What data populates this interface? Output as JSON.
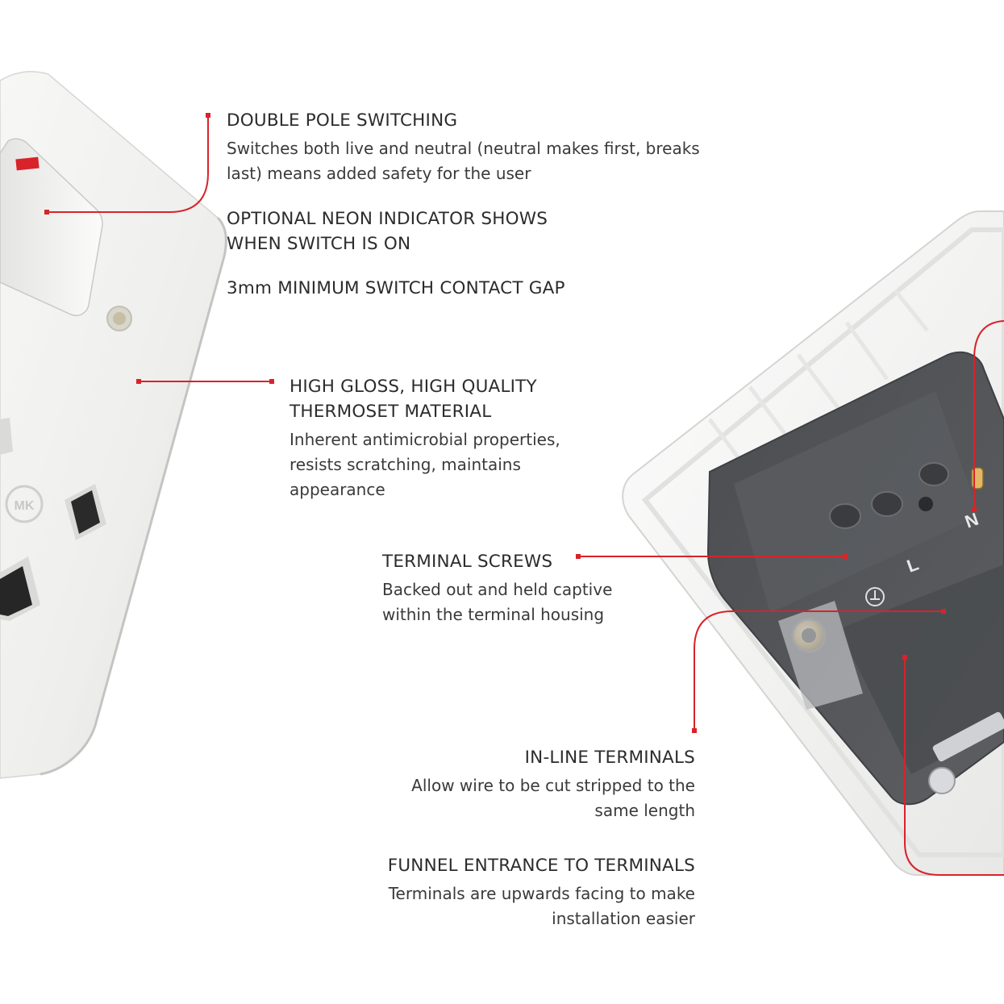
{
  "accent_color": "#d8232a",
  "plate_color": "#f4f4f2",
  "housing_color": "#55575b",
  "callouts": {
    "double_pole": {
      "title": "DOUBLE POLE SWITCHING",
      "desc_line1": "Switches both live and neutral (neutral makes first, breaks",
      "desc_line2": "last) means added safety for the user"
    },
    "neon": {
      "line1": "OPTIONAL NEON INDICATOR SHOWS",
      "line2": "WHEN SWITCH IS ON"
    },
    "contact_gap": {
      "title": "3mm MINIMUM SWITCH CONTACT GAP"
    },
    "gloss": {
      "title_line1": "HIGH GLOSS, HIGH QUALITY",
      "title_line2": "THERMOSET MATERIAL",
      "desc_line1": "Inherent antimicrobial properties,",
      "desc_line2": "resists scratching, maintains",
      "desc_line3": "appearance"
    },
    "terminal_screws": {
      "title": "TERMINAL SCREWS",
      "desc_line1": "Backed out and held captive",
      "desc_line2": "within the terminal housing"
    },
    "inline_terminals": {
      "title": "IN-LINE TERMINALS",
      "desc_line1": "Allow wire to be cut stripped to the",
      "desc_line2": "same length"
    },
    "funnel": {
      "title": "FUNNEL ENTRANCE TO TERMINALS",
      "desc_line1": "Terminals are upwards facing to make",
      "desc_line2": "installation easier"
    }
  },
  "product_marks": {
    "logo": "MK",
    "neutral": "N",
    "live": "L"
  }
}
